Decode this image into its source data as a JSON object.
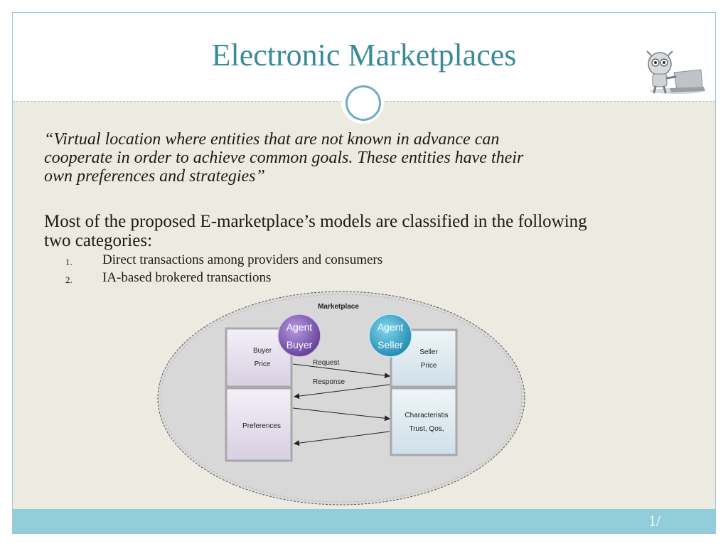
{
  "slide": {
    "title": "Electronic Marketplaces",
    "quote_lines": [
      "“Virtual location where entities that are not known in advance can",
      "cooperate in order to achieve common goals. These entities have their",
      "own preferences and strategies”"
    ],
    "intro_lines": [
      "Most of the proposed E-marketplace’s models are classified in the following",
      "two categories:"
    ],
    "list": [
      {
        "num": "1.",
        "text": "Direct transactions among providers and consumers"
      },
      {
        "num": "2.",
        "text": "IA-based brokered transactions"
      }
    ],
    "page_number": "1/"
  },
  "diagram": {
    "title": "Marketplace",
    "agent_buyer": {
      "line1": "Agent",
      "line2": "Buyer"
    },
    "agent_seller": {
      "line1": "Agent",
      "line2": "Seller"
    },
    "buyer_box": {
      "line1": "Buyer",
      "line2": "Price"
    },
    "seller_box": {
      "line1": "Seller",
      "line2": "Price"
    },
    "preferences_label": "Preferences",
    "characteristics": {
      "line1": "Characteristis",
      "line2": "Trust, Qos,"
    },
    "request_label": "Request",
    "response_label": "Response"
  },
  "colors": {
    "title": "#3a8b98",
    "content_background": "#edebe1",
    "footer": "#92cddc",
    "agent_buyer": "#7b53b0",
    "agent_seller": "#2b9fc4"
  },
  "icons": {
    "corner_illustration": "robot-laptop-icon"
  }
}
